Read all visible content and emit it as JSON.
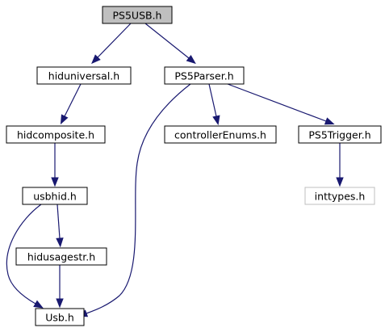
{
  "colors": {
    "edge": "#191970",
    "node_border": "#000000",
    "node_fill": "#ffffff",
    "root_fill": "#bfbfbf",
    "missing_border": "#bfbfbf"
  },
  "nodes": [
    {
      "id": "ps5usb",
      "label": "PS5USB.h",
      "style": "root"
    },
    {
      "id": "hiduniversal",
      "label": "hiduniversal.h",
      "style": "normal"
    },
    {
      "id": "ps5parser",
      "label": "PS5Parser.h",
      "style": "normal"
    },
    {
      "id": "hidcomposite",
      "label": "hidcomposite.h",
      "style": "normal"
    },
    {
      "id": "controllerenums",
      "label": "controllerEnums.h",
      "style": "normal"
    },
    {
      "id": "ps5trigger",
      "label": "PS5Trigger.h",
      "style": "normal"
    },
    {
      "id": "usbhid",
      "label": "usbhid.h",
      "style": "normal"
    },
    {
      "id": "inttypes",
      "label": "inttypes.h",
      "style": "missing"
    },
    {
      "id": "hidusagestr",
      "label": "hidusagestr.h",
      "style": "normal"
    },
    {
      "id": "usb",
      "label": "Usb.h",
      "style": "normal"
    }
  ],
  "edges": [
    {
      "from": "ps5usb",
      "to": "hiduniversal"
    },
    {
      "from": "ps5usb",
      "to": "ps5parser"
    },
    {
      "from": "hiduniversal",
      "to": "hidcomposite"
    },
    {
      "from": "hidcomposite",
      "to": "usbhid"
    },
    {
      "from": "usbhid",
      "to": "hidusagestr"
    },
    {
      "from": "usbhid",
      "to": "usb"
    },
    {
      "from": "hidusagestr",
      "to": "usb"
    },
    {
      "from": "ps5parser",
      "to": "usb"
    },
    {
      "from": "ps5parser",
      "to": "controllerenums"
    },
    {
      "from": "ps5parser",
      "to": "ps5trigger"
    },
    {
      "from": "ps5trigger",
      "to": "inttypes"
    }
  ]
}
